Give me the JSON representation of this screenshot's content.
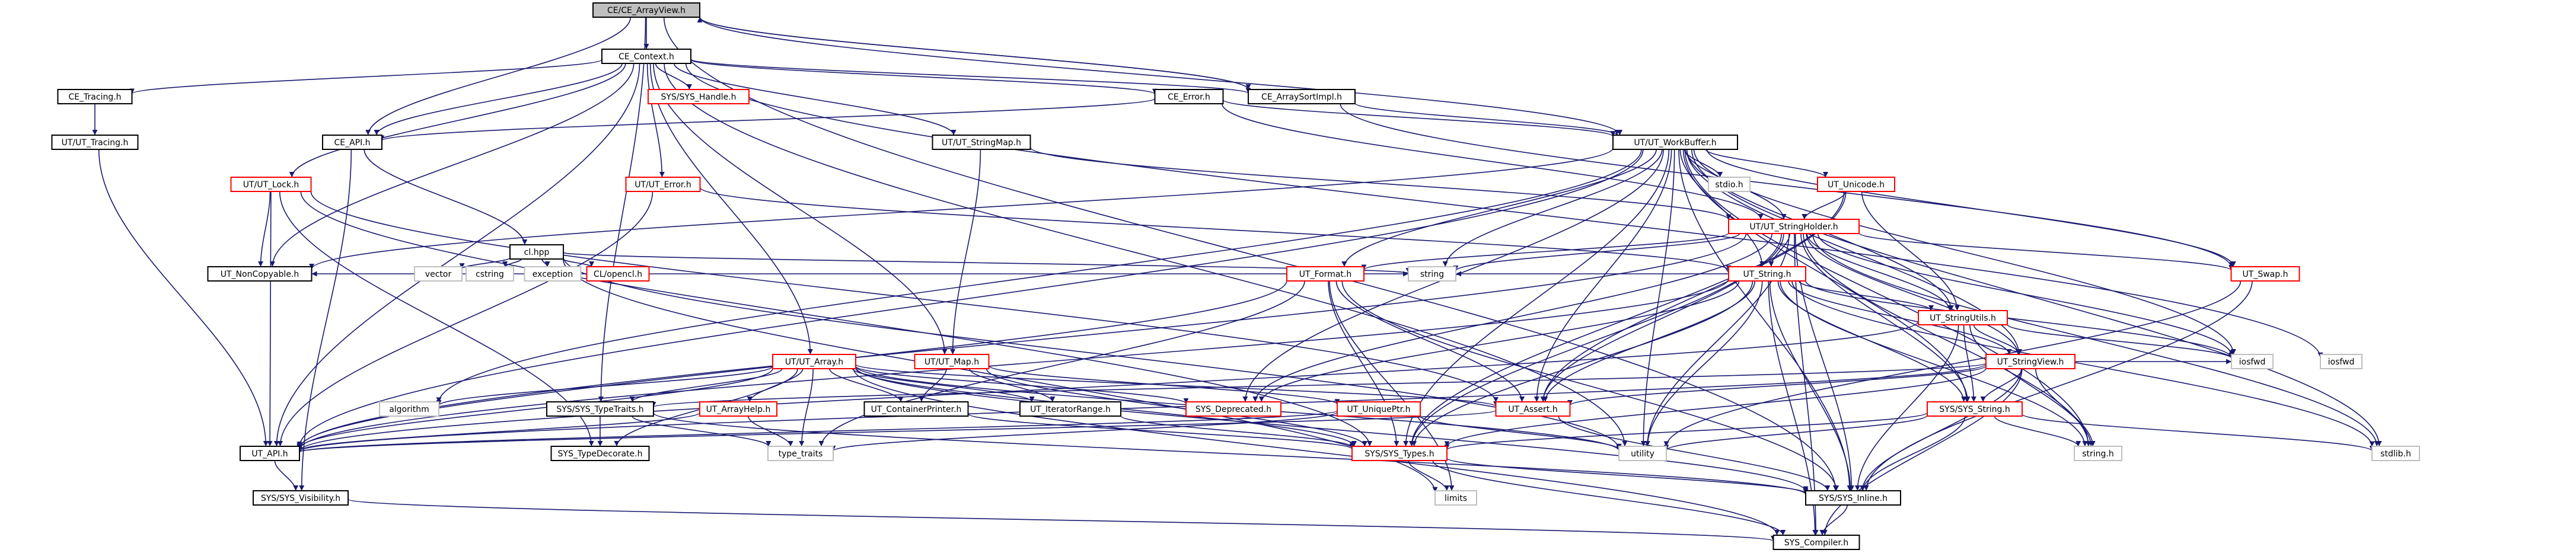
{
  "diagram": {
    "root": "CE/CE_ArrayView.h",
    "colors": {
      "edge": "#191970",
      "node_border_default": "#000000",
      "node_border_truncated": "#ff0000",
      "node_border_external": "#bfbfbf",
      "root_fill": "#bfbfbf",
      "text": "#000000"
    },
    "nodes": [
      {
        "id": "root",
        "label": "CE/CE_ArrayView.h",
        "style": "root"
      },
      {
        "id": "ctx",
        "label": "CE_Context.h",
        "style": "normal"
      },
      {
        "id": "tracing",
        "label": "CE_Tracing.h",
        "style": "normal"
      },
      {
        "id": "uttracing",
        "label": "UT/UT_Tracing.h",
        "style": "normal"
      },
      {
        "id": "syshandle",
        "label": "SYS/SYS_Handle.h",
        "style": "truncated"
      },
      {
        "id": "ceerror",
        "label": "CE_Error.h",
        "style": "normal"
      },
      {
        "id": "sortimpl",
        "label": "CE_ArraySortImpl.h",
        "style": "normal"
      },
      {
        "id": "ceapi",
        "label": "CE_API.h",
        "style": "normal"
      },
      {
        "id": "stringmap",
        "label": "UT/UT_StringMap.h",
        "style": "normal"
      },
      {
        "id": "workbuf",
        "label": "UT/UT_WorkBuffer.h",
        "style": "normal"
      },
      {
        "id": "utlock",
        "label": "UT/UT_Lock.h",
        "style": "truncated"
      },
      {
        "id": "uterror",
        "label": "UT/UT_Error.h",
        "style": "truncated"
      },
      {
        "id": "unicode",
        "label": "UT_Unicode.h",
        "style": "truncated"
      },
      {
        "id": "stringholder",
        "label": "UT/UT_StringHolder.h",
        "style": "truncated"
      },
      {
        "id": "stdio",
        "label": "stdio.h",
        "style": "external"
      },
      {
        "id": "clhpp",
        "label": "cl.hpp",
        "style": "normal"
      },
      {
        "id": "vector",
        "label": "vector",
        "style": "external"
      },
      {
        "id": "cstring",
        "label": "cstring",
        "style": "external"
      },
      {
        "id": "exception",
        "label": "exception",
        "style": "external"
      },
      {
        "id": "clopencl",
        "label": "CL/opencl.h",
        "style": "truncated"
      },
      {
        "id": "noncopy",
        "label": "UT_NonCopyable.h",
        "style": "normal"
      },
      {
        "id": "utformat",
        "label": "UT_Format.h",
        "style": "truncated"
      },
      {
        "id": "utstring",
        "label": "UT_String.h",
        "style": "truncated"
      },
      {
        "id": "string",
        "label": "string",
        "style": "external"
      },
      {
        "id": "utswap",
        "label": "UT_Swap.h",
        "style": "truncated"
      },
      {
        "id": "strutils",
        "label": "UT_StringUtils.h",
        "style": "truncated"
      },
      {
        "id": "strview",
        "label": "UT_StringView.h",
        "style": "truncated"
      },
      {
        "id": "iosfwd1",
        "label": "iosfwd",
        "style": "external"
      },
      {
        "id": "iosfwd2",
        "label": "iosfwd",
        "style": "external"
      },
      {
        "id": "utarray",
        "label": "UT/UT_Array.h",
        "style": "truncated"
      },
      {
        "id": "utmap",
        "label": "UT/UT_Map.h",
        "style": "truncated"
      },
      {
        "id": "algorithm",
        "label": "algorithm",
        "style": "external"
      },
      {
        "id": "typetraits",
        "label": "SYS/SYS_TypeTraits.h",
        "style": "normal"
      },
      {
        "id": "arrayhelp",
        "label": "UT_ArrayHelp.h",
        "style": "truncated"
      },
      {
        "id": "contprinter",
        "label": "UT_ContainerPrinter.h",
        "style": "normal"
      },
      {
        "id": "iterrange",
        "label": "UT_IteratorRange.h",
        "style": "normal"
      },
      {
        "id": "deprecated",
        "label": "SYS_Deprecated.h",
        "style": "truncated"
      },
      {
        "id": "uniqueptr",
        "label": "UT_UniquePtr.h",
        "style": "truncated"
      },
      {
        "id": "utassert",
        "label": "UT_Assert.h",
        "style": "truncated"
      },
      {
        "id": "sysstring",
        "label": "SYS/SYS_String.h",
        "style": "truncated"
      },
      {
        "id": "utapi",
        "label": "UT_API.h",
        "style": "normal"
      },
      {
        "id": "typedecorate",
        "label": "SYS_TypeDecorate.h",
        "style": "normal"
      },
      {
        "id": "std_typetraits",
        "label": "type_traits",
        "style": "external"
      },
      {
        "id": "systypes",
        "label": "SYS/SYS_Types.h",
        "style": "truncated"
      },
      {
        "id": "utility",
        "label": "utility",
        "style": "external"
      },
      {
        "id": "stringh",
        "label": "string.h",
        "style": "external"
      },
      {
        "id": "stdlib",
        "label": "stdlib.h",
        "style": "external"
      },
      {
        "id": "visibility",
        "label": "SYS/SYS_Visibility.h",
        "style": "normal"
      },
      {
        "id": "limits",
        "label": "limits",
        "style": "external"
      },
      {
        "id": "sysinline",
        "label": "SYS/SYS_Inline.h",
        "style": "normal"
      },
      {
        "id": "compiler",
        "label": "SYS_Compiler.h",
        "style": "normal"
      }
    ],
    "edges": [
      [
        "root",
        "ctx"
      ],
      [
        "root",
        "sortimpl"
      ],
      [
        "root",
        "ceapi"
      ],
      [
        "root",
        "typetraits"
      ],
      [
        "root",
        "sysinline"
      ],
      [
        "root",
        "workbuf"
      ],
      [
        "ctx",
        "tracing"
      ],
      [
        "ctx",
        "syshandle"
      ],
      [
        "ctx",
        "ceerror"
      ],
      [
        "ctx",
        "ceapi"
      ],
      [
        "ctx",
        "stringmap"
      ],
      [
        "ctx",
        "utlock"
      ],
      [
        "ctx",
        "uterror"
      ],
      [
        "ctx",
        "utarray"
      ],
      [
        "ctx",
        "utmap"
      ],
      [
        "ctx",
        "noncopy"
      ],
      [
        "ctx",
        "utapi"
      ],
      [
        "ctx",
        "utility"
      ],
      [
        "ctx",
        "sortimpl"
      ],
      [
        "ctx",
        "iosfwd1"
      ],
      [
        "tracing",
        "uttracing"
      ],
      [
        "uttracing",
        "utapi"
      ],
      [
        "ceerror",
        "ceapi"
      ],
      [
        "ceerror",
        "workbuf"
      ],
      [
        "ceerror",
        "stringholder"
      ],
      [
        "sortimpl",
        "root"
      ],
      [
        "sortimpl",
        "workbuf"
      ],
      [
        "sortimpl",
        "utswap"
      ],
      [
        "ceapi",
        "clhpp"
      ],
      [
        "ceapi",
        "visibility"
      ],
      [
        "stringmap",
        "stringholder"
      ],
      [
        "stringmap",
        "utmap"
      ],
      [
        "workbuf",
        "stdio"
      ],
      [
        "workbuf",
        "unicode"
      ],
      [
        "workbuf",
        "stringholder"
      ],
      [
        "workbuf",
        "utformat"
      ],
      [
        "workbuf",
        "utstring"
      ],
      [
        "workbuf",
        "utswap"
      ],
      [
        "workbuf",
        "strutils"
      ],
      [
        "workbuf",
        "strview"
      ],
      [
        "workbuf",
        "utassert"
      ],
      [
        "workbuf",
        "systypes"
      ],
      [
        "workbuf",
        "deprecated"
      ],
      [
        "workbuf",
        "string"
      ],
      [
        "workbuf",
        "iosfwd2"
      ],
      [
        "workbuf",
        "utapi"
      ],
      [
        "workbuf",
        "algorithm"
      ],
      [
        "workbuf",
        "utility"
      ],
      [
        "workbuf",
        "stringh"
      ],
      [
        "workbuf",
        "stdlib"
      ],
      [
        "workbuf",
        "sysinline"
      ],
      [
        "workbuf",
        "noncopy"
      ],
      [
        "workbuf",
        "sysstring"
      ],
      [
        "utlock",
        "noncopy"
      ],
      [
        "utlock",
        "utapi"
      ],
      [
        "utlock",
        "systypes"
      ],
      [
        "utlock",
        "utassert"
      ],
      [
        "utlock",
        "typedecorate"
      ],
      [
        "uterror",
        "utstring"
      ],
      [
        "uterror",
        "utapi"
      ],
      [
        "unicode",
        "stringholder"
      ],
      [
        "unicode",
        "systypes"
      ],
      [
        "unicode",
        "strutils"
      ],
      [
        "unicode",
        "utassert"
      ],
      [
        "stringholder",
        "utformat"
      ],
      [
        "stringholder",
        "utstring"
      ],
      [
        "stringholder",
        "utswap"
      ],
      [
        "stringholder",
        "strutils"
      ],
      [
        "stringholder",
        "strview"
      ],
      [
        "stringholder",
        "sysstring"
      ],
      [
        "stringholder",
        "utapi"
      ],
      [
        "stringholder",
        "utassert"
      ],
      [
        "stringholder",
        "systypes"
      ],
      [
        "stringholder",
        "string"
      ],
      [
        "stringholder",
        "iosfwd2"
      ],
      [
        "stringholder",
        "utility"
      ],
      [
        "stringholder",
        "stringh"
      ],
      [
        "stringholder",
        "stdlib"
      ],
      [
        "stringholder",
        "sysinline"
      ],
      [
        "stringholder",
        "compiler"
      ],
      [
        "stringholder",
        "deprecated"
      ],
      [
        "clhpp",
        "vector"
      ],
      [
        "clhpp",
        "cstring"
      ],
      [
        "clhpp",
        "exception"
      ],
      [
        "clhpp",
        "clopencl"
      ],
      [
        "clhpp",
        "string"
      ],
      [
        "clhpp",
        "utility"
      ],
      [
        "clhpp",
        "limits"
      ],
      [
        "utformat",
        "utassert"
      ],
      [
        "utformat",
        "systypes"
      ],
      [
        "utformat",
        "string"
      ],
      [
        "utformat",
        "utapi"
      ],
      [
        "utformat",
        "limits"
      ],
      [
        "utformat",
        "std_typetraits"
      ],
      [
        "utformat",
        "noncopy"
      ],
      [
        "utformat",
        "sysinline"
      ],
      [
        "utstring",
        "strutils"
      ],
      [
        "utstring",
        "strview"
      ],
      [
        "utstring",
        "utassert"
      ],
      [
        "utstring",
        "utapi"
      ],
      [
        "utstring",
        "systypes"
      ],
      [
        "utstring",
        "sysstring"
      ],
      [
        "utstring",
        "string"
      ],
      [
        "utstring",
        "iosfwd2"
      ],
      [
        "utstring",
        "utility"
      ],
      [
        "utstring",
        "stringh"
      ],
      [
        "utstring",
        "stdlib"
      ],
      [
        "utstring",
        "sysinline"
      ],
      [
        "utstring",
        "compiler"
      ],
      [
        "utstring",
        "deprecated"
      ],
      [
        "utswap",
        "sysinline"
      ],
      [
        "utswap",
        "utility"
      ],
      [
        "strutils",
        "strview"
      ],
      [
        "strutils",
        "sysstring"
      ],
      [
        "strutils",
        "utapi"
      ],
      [
        "strutils",
        "sysinline"
      ],
      [
        "strutils",
        "iosfwd2"
      ],
      [
        "strutils",
        "stringh"
      ],
      [
        "strview",
        "utassert"
      ],
      [
        "strview",
        "sysstring"
      ],
      [
        "strview",
        "systypes"
      ],
      [
        "strview",
        "compiler"
      ],
      [
        "strview",
        "stringh"
      ],
      [
        "strview",
        "iosfwd2"
      ],
      [
        "strview",
        "sysinline"
      ],
      [
        "strview",
        "utapi"
      ],
      [
        "strview",
        "typetraits"
      ],
      [
        "utarray",
        "arrayhelp"
      ],
      [
        "utarray",
        "contprinter"
      ],
      [
        "utarray",
        "iterrange"
      ],
      [
        "utarray",
        "deprecated"
      ],
      [
        "utarray",
        "utassert"
      ],
      [
        "utarray",
        "typetraits"
      ],
      [
        "utarray",
        "utapi"
      ],
      [
        "utarray",
        "systypes"
      ],
      [
        "utarray",
        "algorithm"
      ],
      [
        "utarray",
        "std_typetraits"
      ],
      [
        "utarray",
        "utility"
      ],
      [
        "utarray",
        "sysinline"
      ],
      [
        "utarray",
        "compiler"
      ],
      [
        "utarray",
        "typedecorate"
      ],
      [
        "utmap",
        "uniqueptr"
      ],
      [
        "utmap",
        "iterrange"
      ],
      [
        "utmap",
        "systypes"
      ],
      [
        "utmap",
        "contprinter"
      ],
      [
        "arrayhelp",
        "utapi"
      ],
      [
        "arrayhelp",
        "std_typetraits"
      ],
      [
        "contprinter",
        "systypes"
      ],
      [
        "iterrange",
        "systypes"
      ],
      [
        "uniqueptr",
        "utapi"
      ],
      [
        "uniqueptr",
        "std_typetraits"
      ],
      [
        "uniqueptr",
        "utility"
      ],
      [
        "utassert",
        "utapi"
      ],
      [
        "utassert",
        "sysinline"
      ],
      [
        "sysstring",
        "systypes"
      ],
      [
        "sysstring",
        "stringh"
      ],
      [
        "sysstring",
        "stdlib"
      ],
      [
        "sysstring",
        "sysinline"
      ],
      [
        "sysstring",
        "utility"
      ],
      [
        "typetraits",
        "typedecorate"
      ],
      [
        "typetraits",
        "std_typetraits"
      ],
      [
        "typetraits",
        "sysinline"
      ],
      [
        "utapi",
        "visibility"
      ],
      [
        "systypes",
        "limits"
      ],
      [
        "systypes",
        "sysinline"
      ],
      [
        "systypes",
        "compiler"
      ],
      [
        "visibility",
        "compiler"
      ],
      [
        "sysinline",
        "compiler"
      ]
    ]
  }
}
